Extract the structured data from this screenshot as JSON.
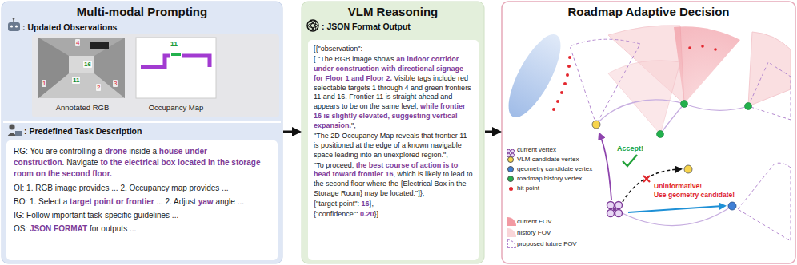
{
  "diagram": {
    "nodes": [
      {
        "text": [
          "Multi-modal Prompting"
        ]
      },
      {
        "text": [
          "Annotated RGB"
        ],
        "in": 0
      },
      {
        "text": [
          "Occupancy Map"
        ],
        "in": 0
      },
      {
        "text": [
          "RG: You are controlling a",
          "drone",
          "inside a",
          "house under construction",
          ".",
          "Navigate",
          "to the electrical box located in the storage room on the second floor.",
          "OI: 1. RGB image provides ... 2. Occupancy map provides ...",
          "BO: 1. Select a",
          "target point or frontier",
          "... 2. Adjust",
          "yaw",
          "angle ...",
          "IG: Follow important task-specific guidelines ...",
          "OS:",
          "JSON FORMAT",
          "for outputs ..."
        ],
        "in": 0
      },
      {
        "text": [
          "VLM Reasoning"
        ]
      },
      {
        "text": [
          "[{\"observation\":",
          "[ \"The RGB image shows",
          "an indoor corridor under construction with directional signage for Floor 1 and Floor 2.",
          "Visible tags include red selectable targets 1 through 4 and green frontiers 11 and 16. Frontier 11 is straight ahead and appears to be on the same level,",
          "while frontier 16 is slightly elevated, suggesting vertical expansion.",
          "\",",
          "\"The 2D Occupancy Map reveals that frontier 11 is positioned at the edge of a known navigable space leading into an unexplored region.\",",
          "\"To proceed,",
          "the best course of action is to head toward frontier 16",
          ",",
          "which is likely to lead to the second floor where the {Electrical Box in the Storage Room} may be located.\"]},",
          "{\"target point\":",
          "16",
          "},",
          "{\"confidence\":",
          "0.20",
          "}]"
        ],
        "in": 4
      },
      {
        "text": [
          "Roadmap Adaptive Decision"
        ]
      }
    ],
    "edges": [
      {
        "from": 0,
        "to": 4,
        "arrow": "to"
      },
      {
        "from": 4,
        "to": 6,
        "arrow": "to"
      }
    ],
    "labels": [
      ": Updated Observations",
      ": Predefined Task Description",
      "4",
      "1",
      "2",
      "3",
      "16",
      "11",
      "11",
      ": JSON Format Output",
      "Accept!",
      "Uninformative!",
      "Use geometry candidate!"
    ],
    "legend": [
      {
        "text": "current vertex"
      },
      {
        "text": "VLM candidate vertex",
        "color": "#f7d44c"
      },
      {
        "text": "geometry candidate vertex",
        "color": "#3f7fd6"
      },
      {
        "text": "roadmap history vertex",
        "color": "#22b14c"
      },
      {
        "text": "hit point",
        "color": "#e3262e"
      },
      {
        "text": "current FOV",
        "color": "#f29aa3"
      },
      {
        "text": "history FOV",
        "color": "#f9d5d8"
      },
      {
        "text": "proposed future FOV"
      }
    ]
  }
}
